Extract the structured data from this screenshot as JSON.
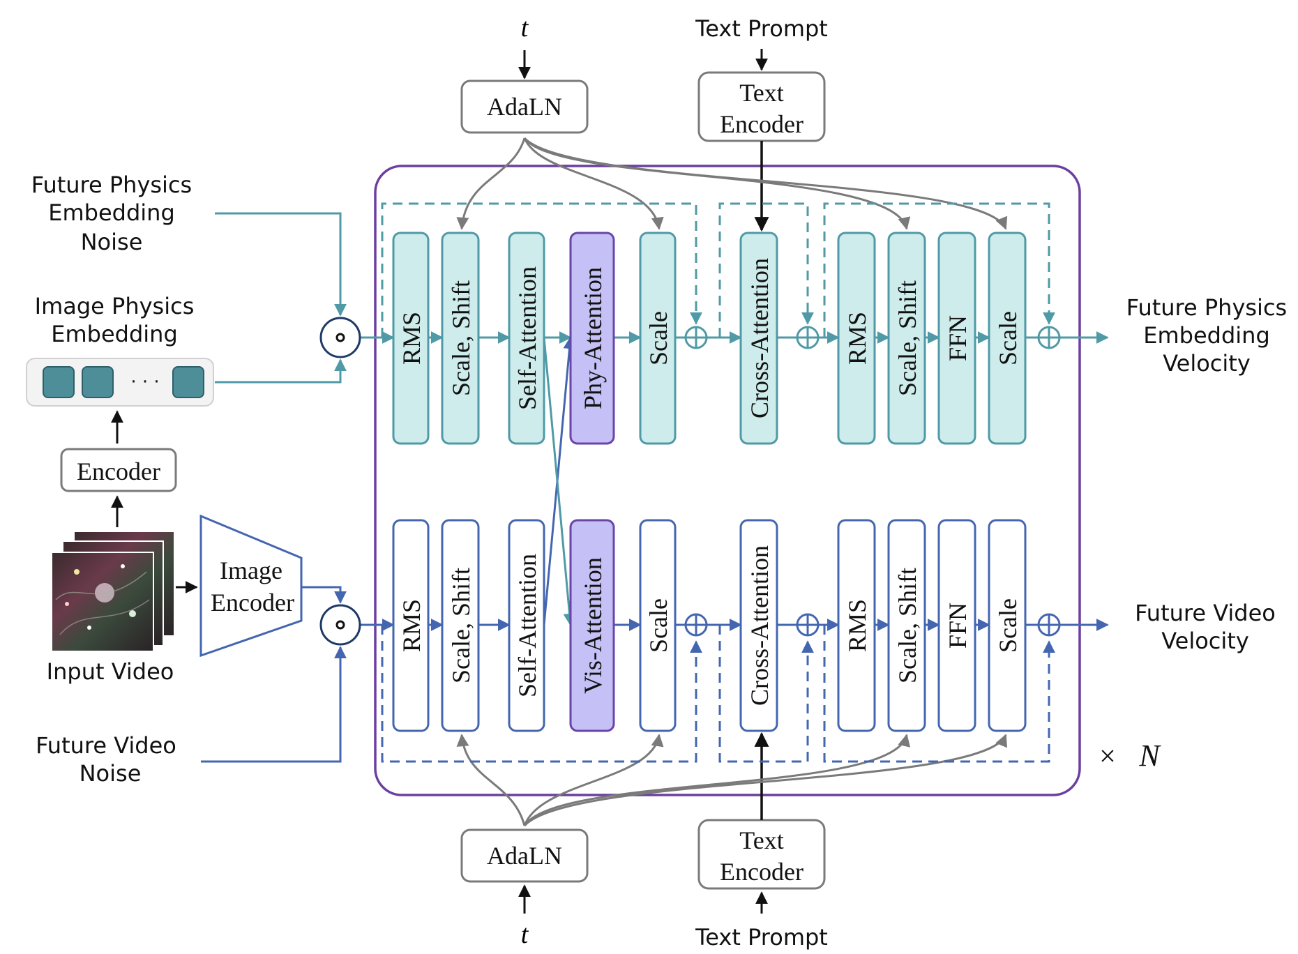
{
  "timestep": "t",
  "text_prompt": "Text Prompt",
  "adaln": "AdaLN",
  "text_encoder": [
    "Text",
    "Encoder"
  ],
  "left": {
    "future_physics_noise": [
      "Future Physics",
      "Embedding",
      "Noise"
    ],
    "image_physics_embedding": [
      "Image Physics",
      "Embedding"
    ],
    "ellipsis": "· · ·",
    "encoder": "Encoder",
    "input_video": "Input Video",
    "image_encoder": [
      "Image",
      "Encoder"
    ],
    "future_video_noise": [
      "Future Video",
      "Noise"
    ]
  },
  "top_row": [
    "RMS",
    "Scale, Shift",
    "Self-Attention",
    "Phy-Attention",
    "Scale",
    "Cross-Attention",
    "RMS",
    "Scale, Shift",
    "FFN",
    "Scale"
  ],
  "bottom_row": [
    "RMS",
    "Scale, Shift",
    "Self-Attention",
    "Vis-Attention",
    "Scale",
    "Cross-Attention",
    "RMS",
    "Scale, Shift",
    "FFN",
    "Scale"
  ],
  "outputs": {
    "physics": [
      "Future Physics",
      "Embedding",
      "Velocity"
    ],
    "video": [
      "Future Video",
      "Velocity"
    ]
  },
  "repeat": {
    "times": "×",
    "n": "N"
  },
  "colors": {
    "teal_stroke": "#4f9aa6",
    "teal_fill": "#cdeceb",
    "blue_stroke": "#4466b0",
    "purple_fill": "#c5c0f5",
    "purple_stroke": "#6a44a8",
    "outer_frame": "#6b3fa0",
    "gray": "#7a7a7a",
    "token": "#4e8e99"
  }
}
